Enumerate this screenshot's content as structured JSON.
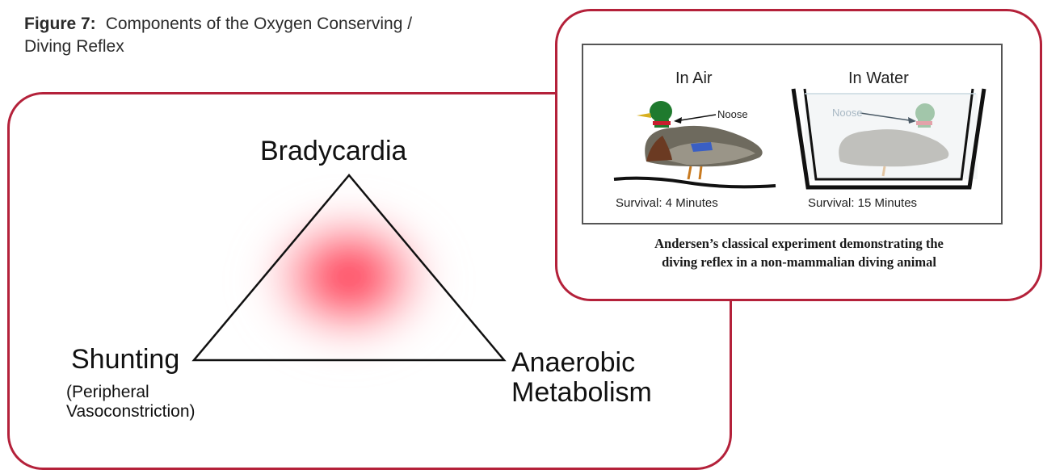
{
  "caption": {
    "label": "Figure 7:",
    "line1": "Components of the Oxygen Conserving /",
    "line2": "Diving Reflex"
  },
  "triangle": {
    "top_label": "Bradycardia",
    "left_label": "Shunting",
    "left_sub_line1": "(Peripheral",
    "left_sub_line2": "Vasoconstriction)",
    "right_label_line1": "Anaerobic",
    "right_label_line2": "Metabolism",
    "glow_color": "#ff1a3a"
  },
  "inset": {
    "air": {
      "title": "In Air",
      "survival": "Survival:  4 Minutes",
      "noose_label": "Noose"
    },
    "water": {
      "title": "In Water",
      "survival": "Survival:  15 Minutes",
      "noose_label": "Noose"
    },
    "caption_line1": "Andersen’s classical experiment demonstrating the",
    "caption_line2": "diving reflex in a non-mammalian diving animal"
  },
  "colors": {
    "frame": "#b4213a"
  }
}
